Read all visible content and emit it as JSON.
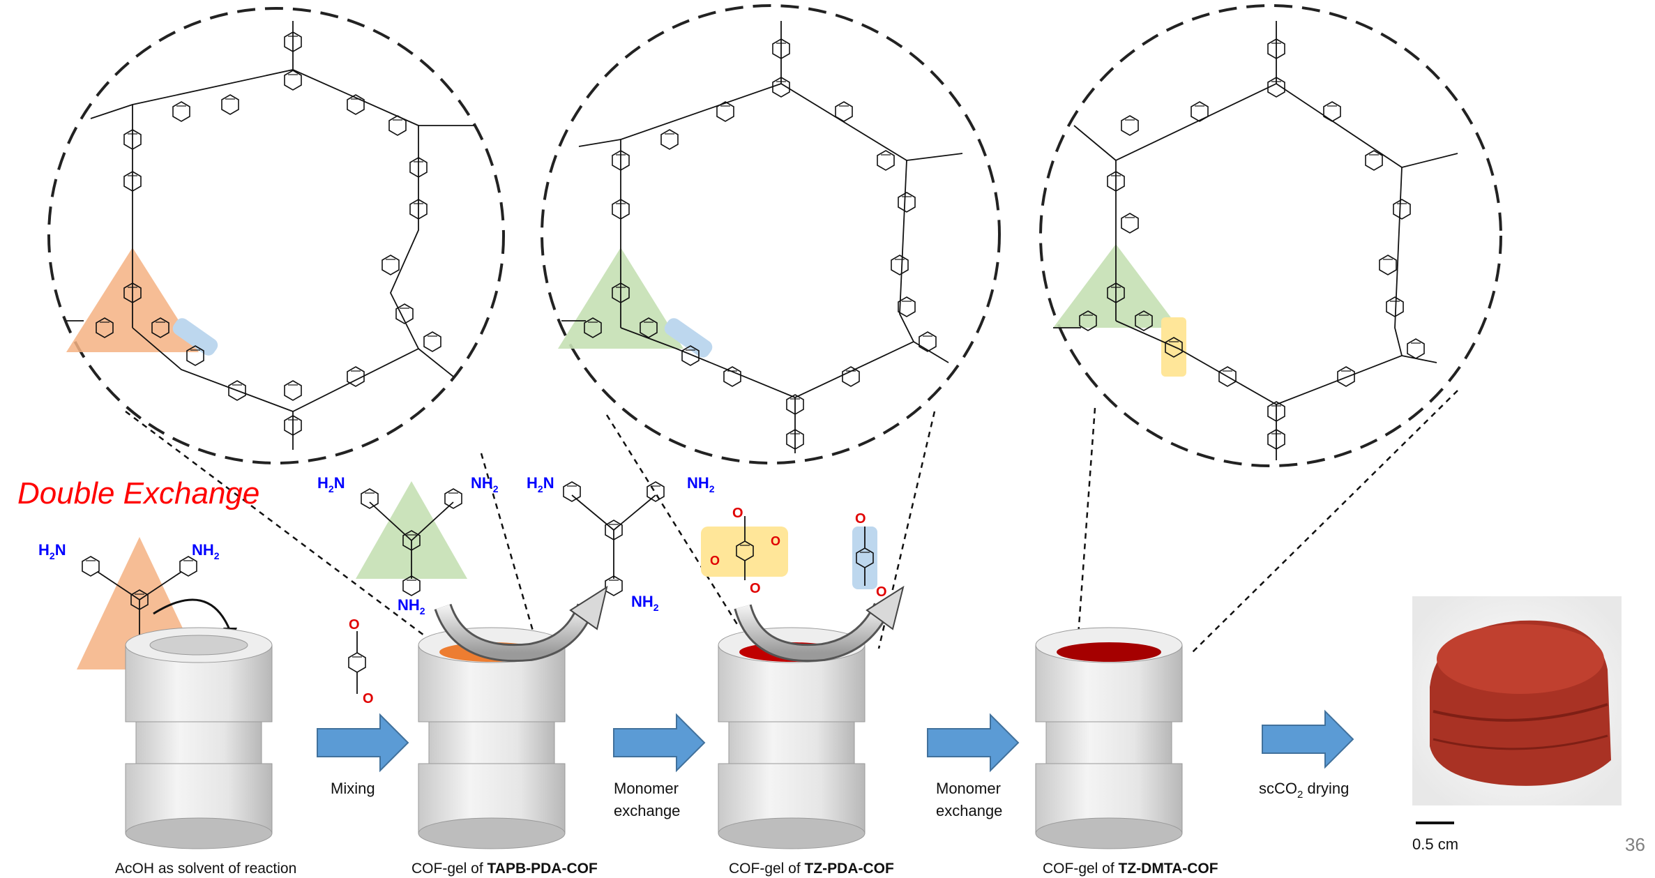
{
  "title": "Double Exchange",
  "page_number": "36",
  "arrows": [
    {
      "label": "Mixing",
      "label_line2": ""
    },
    {
      "label": "Monomer",
      "label_line2": "exchange"
    },
    {
      "label": "Monomer",
      "label_line2": "exchange"
    },
    {
      "label": "scCO",
      "label_sub": "2",
      "label_tail": " drying"
    }
  ],
  "captions": [
    {
      "prefix": "AcOH as solvent of reaction",
      "bold": ""
    },
    {
      "prefix": "COF-gel of ",
      "bold": "TAPB-PDA-COF"
    },
    {
      "prefix": "COF-gel of ",
      "bold": "TZ-PDA-COF"
    },
    {
      "prefix": "COF-gel of ",
      "bold": "TZ-DMTA-COF"
    }
  ],
  "scale_bar": "0.5 cm",
  "atom_labels": {
    "amine": "NH",
    "amine_sub": "2",
    "amine_left": "H",
    "amine_left_n": "N",
    "nitrogen": "N",
    "oxygen": "O"
  },
  "colors": {
    "title_red": "#ff0000",
    "amine_blue": "#0000ff",
    "oxygen_red": "#e00000",
    "orange_highlight": "#f4b183",
    "green_highlight": "#c5e0b4",
    "blue_highlight": "#bdd7ee",
    "yellow_highlight": "#ffe699",
    "arrow_blue": "#5b9bd5",
    "gel_orange": "#ed7d31",
    "gel_red": "#c00000",
    "gel_darkred": "#a50000"
  }
}
